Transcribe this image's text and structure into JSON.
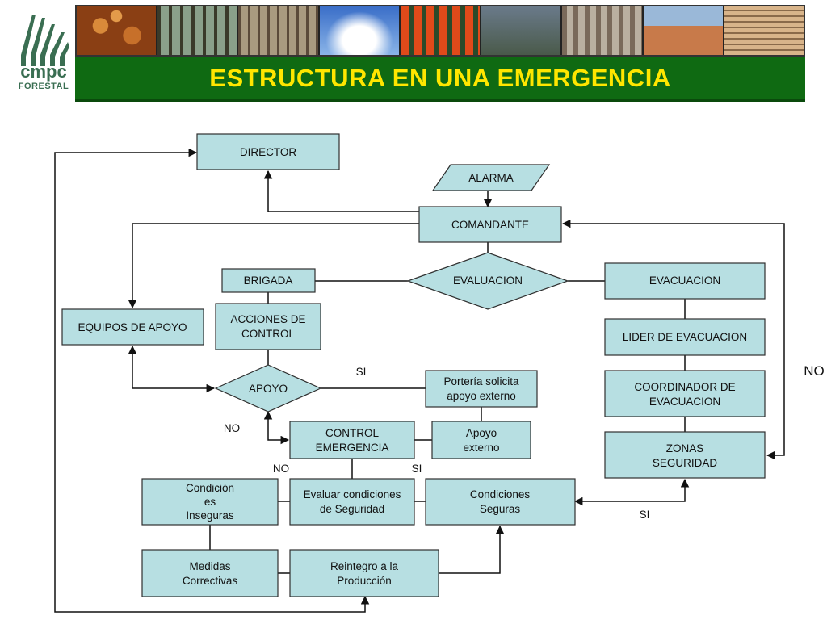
{
  "header": {
    "title": "ESTRUCTURA EN UNA EMERGENCIA",
    "logo": {
      "name": "cmpc",
      "subtitle": "FORESTAL",
      "color": "#3a6e52"
    },
    "photos": [
      "pine-nuts",
      "forest",
      "forest-trunks",
      "clouds-sky",
      "workers-team",
      "industrial-plant",
      "factory-interior",
      "warehouse",
      "lumber-stack"
    ]
  },
  "colors": {
    "box_fill": "#b7dfe2",
    "box_stroke": "#2f2f2f",
    "title_bar": "#0f6a12",
    "title_text": "#ffe600"
  },
  "nodes": {
    "director": "DIRECTOR",
    "alarma": "ALARMA",
    "comandante": "COMANDANTE",
    "brigada": "BRIGADA",
    "evaluacion": "EVALUACION",
    "evacuacion": "EVACUACION",
    "equipos_apoyo": "EQUIPOS DE APOYO",
    "acciones_control": [
      "ACCIONES DE",
      "CONTROL"
    ],
    "lider_evacuacion": "LIDER DE EVACUACION",
    "apoyo": "APOYO",
    "porteria": [
      "Portería solicita",
      "apoyo externo"
    ],
    "coordinador": [
      "COORDINADOR DE",
      "EVACUACION"
    ],
    "control_emergencia": [
      "CONTROL",
      "EMERGENCIA"
    ],
    "apoyo_externo": [
      "Apoyo",
      "externo"
    ],
    "zonas_seguridad": [
      "ZONAS",
      "SEGURIDAD"
    ],
    "condiciones_inseguras": [
      "Condición",
      "es",
      "Inseguras"
    ],
    "evaluar_condiciones": [
      "Evaluar condiciones",
      "de Seguridad"
    ],
    "condiciones_seguras": [
      "Condiciones",
      "Seguras"
    ],
    "medidas_correctivas": [
      "Medidas",
      "Correctivas"
    ],
    "reintegro": [
      "Reintegro a la",
      "Producción"
    ]
  },
  "edge_labels": {
    "si_apoyo": "SI",
    "no_apoyo": "NO",
    "no_evaluar": "NO",
    "si_evaluar": "SI",
    "si_zonas": "SI",
    "no_right": "NO"
  }
}
